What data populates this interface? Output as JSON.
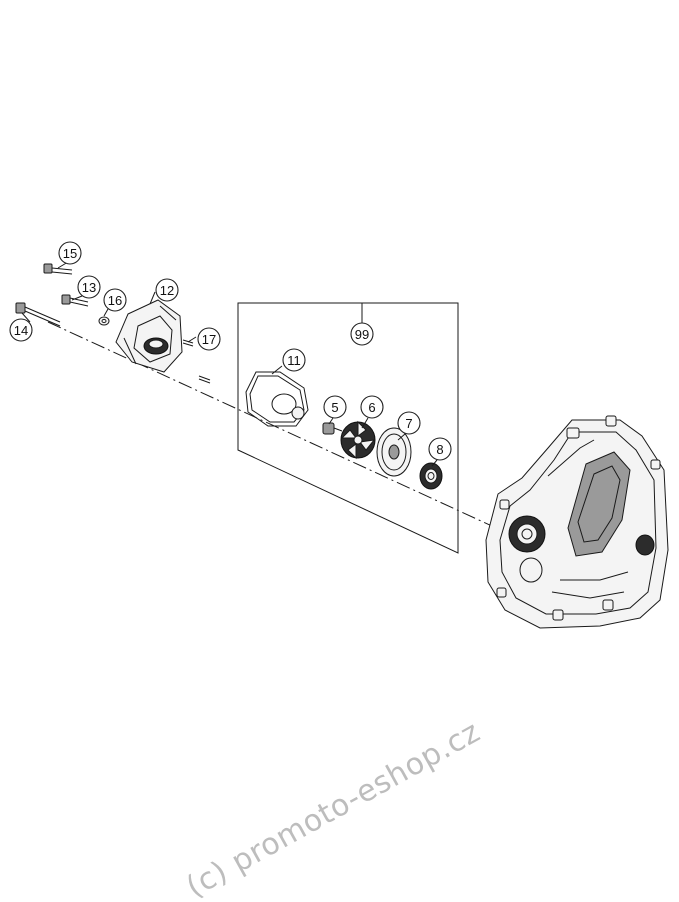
{
  "callouts": [
    {
      "id": "c15",
      "label": "15"
    },
    {
      "id": "c13",
      "label": "13"
    },
    {
      "id": "c16",
      "label": "16"
    },
    {
      "id": "c12",
      "label": "12"
    },
    {
      "id": "c17",
      "label": "17"
    },
    {
      "id": "c14",
      "label": "14"
    },
    {
      "id": "c99",
      "label": "99"
    },
    {
      "id": "c11",
      "label": "11"
    },
    {
      "id": "c5",
      "label": "5"
    },
    {
      "id": "c6",
      "label": "6"
    },
    {
      "id": "c7",
      "label": "7"
    },
    {
      "id": "c8",
      "label": "8"
    }
  ],
  "watermark": "(c) promoto-eshop.cz",
  "colors": {
    "line": "#1a1a1a",
    "watermark": "#bdbdbd"
  }
}
